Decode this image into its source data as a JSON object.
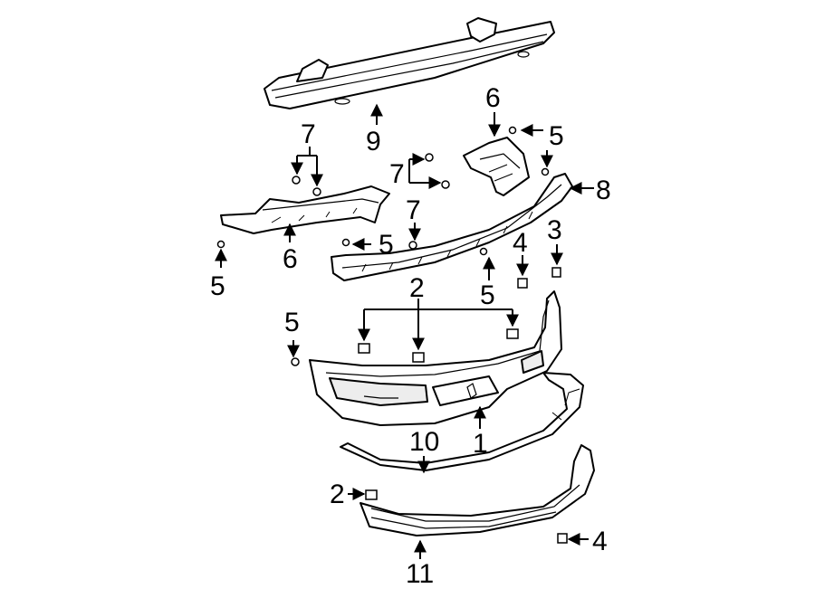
{
  "callouts": {
    "c1": "1",
    "c2a": "2",
    "c2b": "2",
    "c3": "3",
    "c4a": "4",
    "c4b": "4",
    "c5a": "5",
    "c5b": "5",
    "c5c": "5",
    "c5d": "5",
    "c5e": "5",
    "c6a": "6",
    "c6b": "6",
    "c7a": "7",
    "c7b": "7",
    "c7c": "7",
    "c8": "8",
    "c9": "9",
    "c10": "10",
    "c11": "11"
  }
}
